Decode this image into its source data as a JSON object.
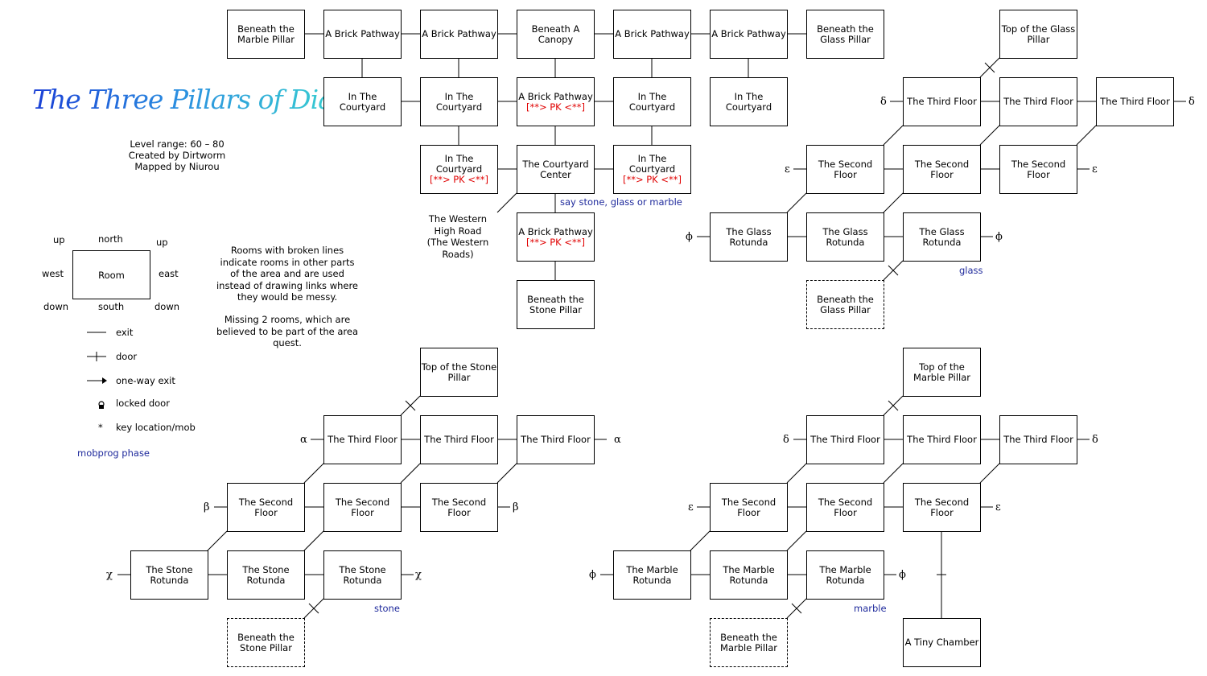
{
  "title": "The Three Pillars of Diatz",
  "info": {
    "level_range": "Level range: 60 – 80",
    "created_by": "Created by Dirtworm",
    "mapped_by": "Mapped by Niurou"
  },
  "notes": {
    "broken_lines": "Rooms with broken lines indicate rooms in other parts of the area and are used instead of drawing links where they would be messy.",
    "missing": "Missing 2 rooms, which are believed to be part of the area quest."
  },
  "legend": {
    "room": "Room",
    "north": "north",
    "south": "south",
    "east": "east",
    "west": "west",
    "up_left": "up",
    "up_right": "up",
    "down_left": "down",
    "down_right": "down",
    "exit": "exit",
    "door": "door",
    "one_way": "one-way exit",
    "locked": "locked door",
    "key_symbol": "*",
    "key": "key location/mob",
    "mobprog": "mobprog phase"
  },
  "labels": {
    "western_road": "The Western High Road (The Western Roads)",
    "say": "say stone, glass  or marble",
    "glass": "glass",
    "stone": "stone",
    "marble": "marble"
  },
  "pk_tag": "[**> PK <**]",
  "rooms": {
    "r1": "Beneath the Marble Pillar",
    "r2": "A Brick Pathway",
    "r3": "A Brick Pathway",
    "r4": "Beneath A Canopy",
    "r5": "A Brick Pathway",
    "r6": "A Brick Pathway",
    "r7": "Beneath the Glass Pillar",
    "r8": "In The Courtyard",
    "r9": "In The Courtyard",
    "r10": "A Brick Pathway",
    "r11": "In The Courtyard",
    "r12": "In The Courtyard",
    "r13": "In The Courtyard",
    "r14": "The Courtyard Center",
    "r15": "In The Courtyard",
    "r16": "A Brick Pathway",
    "r17": "Beneath the Stone Pillar",
    "g1": "Top of the Glass Pillar",
    "g2": "The Third Floor",
    "g3": "The Third Floor",
    "g4": "The Third Floor",
    "g5": "The Second Floor",
    "g6": "The Second Floor",
    "g7": "The Second Floor",
    "g8": "The Glass Rotunda",
    "g9": "The Glass Rotunda",
    "g10": "The Glass Rotunda",
    "g11": "Beneath the Glass Pillar",
    "s1": "Top of the Stone Pillar",
    "s2": "The Third Floor",
    "s3": "The Third Floor",
    "s4": "The Third Floor",
    "s5": "The Second Floor",
    "s6": "The Second Floor",
    "s7": "The Second Floor",
    "s8": "The Stone Rotunda",
    "s9": "The Stone Rotunda",
    "s10": "The Stone Rotunda",
    "s11": "Beneath the Stone Pillar",
    "m1": "Top of the Marble Pillar",
    "m2": "The Third Floor",
    "m3": "The Third Floor",
    "m4": "The Third Floor",
    "m5": "The Second Floor",
    "m6": "The Second Floor",
    "m7": "The Second Floor",
    "m8": "The Marble Rotunda",
    "m9": "The Marble Rotunda",
    "m10": "The Marble Rotunda",
    "m11": "Beneath the Marble Pillar",
    "m12": "A Tiny Chamber"
  },
  "greek": {
    "alpha": "α",
    "beta": "β",
    "chi": "χ",
    "delta": "δ",
    "epsilon": "ε",
    "phi": "ϕ"
  }
}
